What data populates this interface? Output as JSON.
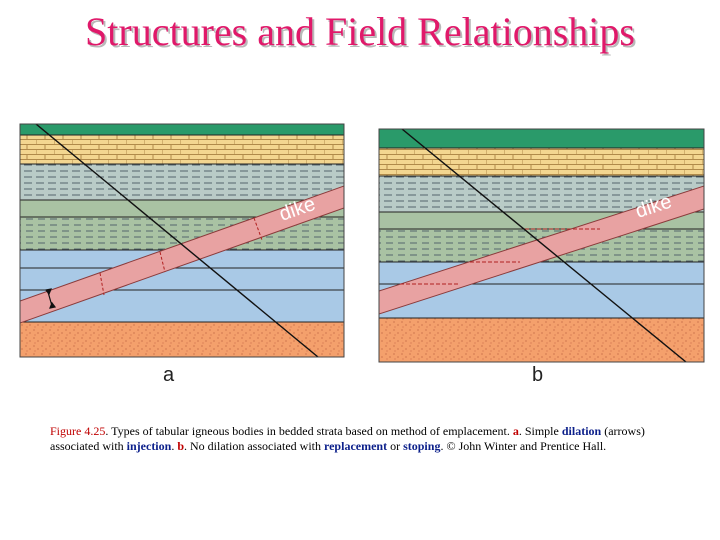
{
  "title": "Structures and Field Relationships",
  "panels": [
    {
      "label": "a",
      "dike_label": "dike"
    },
    {
      "label": "b",
      "dike_label": "dike"
    }
  ],
  "colors": {
    "title": "#e0196a",
    "cap_layer": "#2a9a6a",
    "sandstone": "#f3d690",
    "shale": "#b9cbc7",
    "green_layer": "#a9c2a3",
    "blue_layer": "#a9c9e6",
    "orange_layer": "#f4a06c",
    "dike": "#e8a2a2"
  },
  "caption": {
    "figure": "Figure 4.25",
    "t1": ". Types of tabular igneous bodies in bedded strata based on method of emplacement. ",
    "a": "a",
    "t2": ". Simple ",
    "dilation": "dilation",
    "t3": " (arrows) associated with ",
    "injection": "injection",
    "t4": ". ",
    "b": "b",
    "t5": ". No dilation associated with ",
    "replacement": "replacement",
    "t6": " or ",
    "stoping": "stoping",
    "t7": ". © John Winter and Prentice Hall."
  }
}
